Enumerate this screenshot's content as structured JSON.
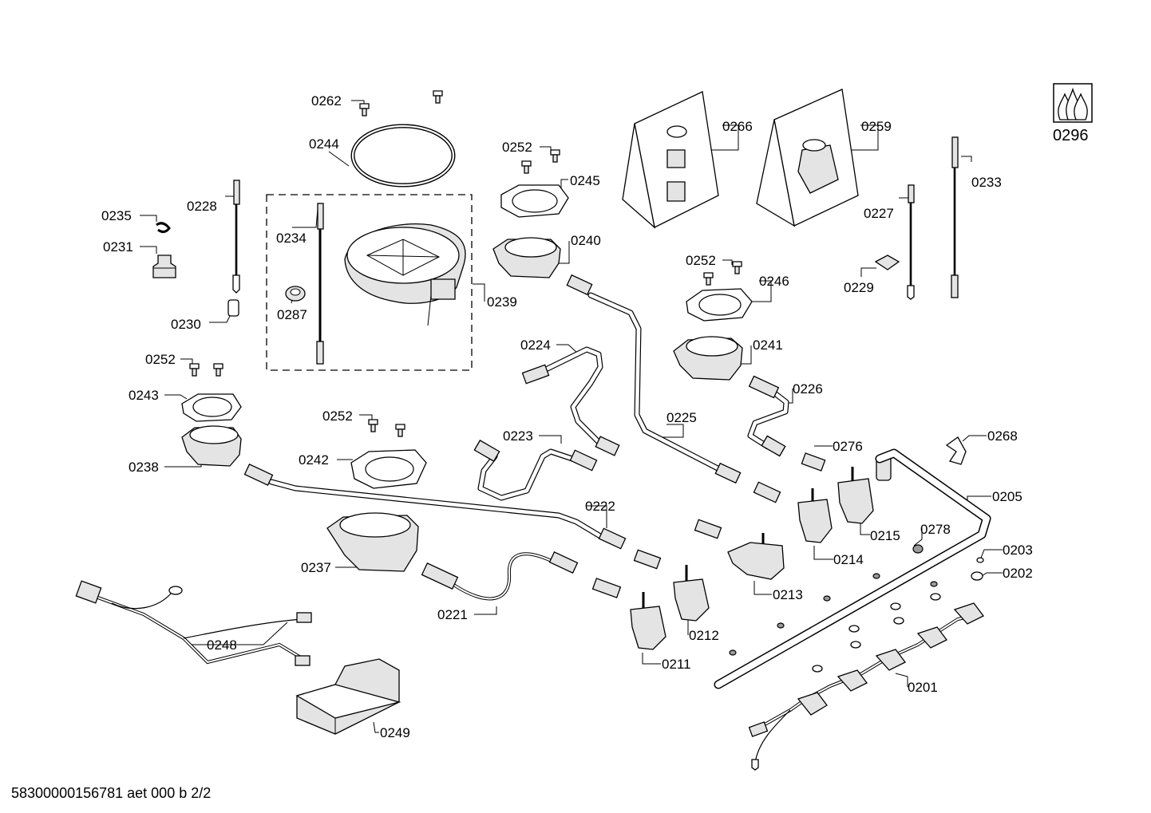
{
  "document_id": "58300000156781 aet 000 b 2/2",
  "labels": {
    "l0262": "0262",
    "l0244": "0244",
    "l0228": "0228",
    "l0235": "0235",
    "l0231": "0231",
    "l0234": "0234",
    "l0287": "0287",
    "l0230": "0230",
    "l0239": "0239",
    "l0252a": "0252",
    "l0245": "0245",
    "l0240": "0240",
    "l0266": "0266",
    "l0259": "0259",
    "l0296": "0296",
    "l0233": "0233",
    "l0227": "0227",
    "l0229": "0229",
    "l0252b": "0252",
    "l0246": "0246",
    "l0241": "0241",
    "l0252c": "0252",
    "l0243": "0243",
    "l0238": "0238",
    "l0224": "0224",
    "l0252d": "0252",
    "l0242": "0242",
    "l0223": "0223",
    "l0225": "0225",
    "l0226": "0226",
    "l0276": "0276",
    "l0268": "0268",
    "l0205": "0205",
    "l0215": "0215",
    "l0222": "0222",
    "l0278": "0278",
    "l0214": "0214",
    "l0203": "0203",
    "l0202": "0202",
    "l0237": "0237",
    "l0213": "0213",
    "l0221": "0221",
    "l0248": "0248",
    "l0212": "0212",
    "l0211": "0211",
    "l0201": "0201",
    "l0249": "0249"
  }
}
